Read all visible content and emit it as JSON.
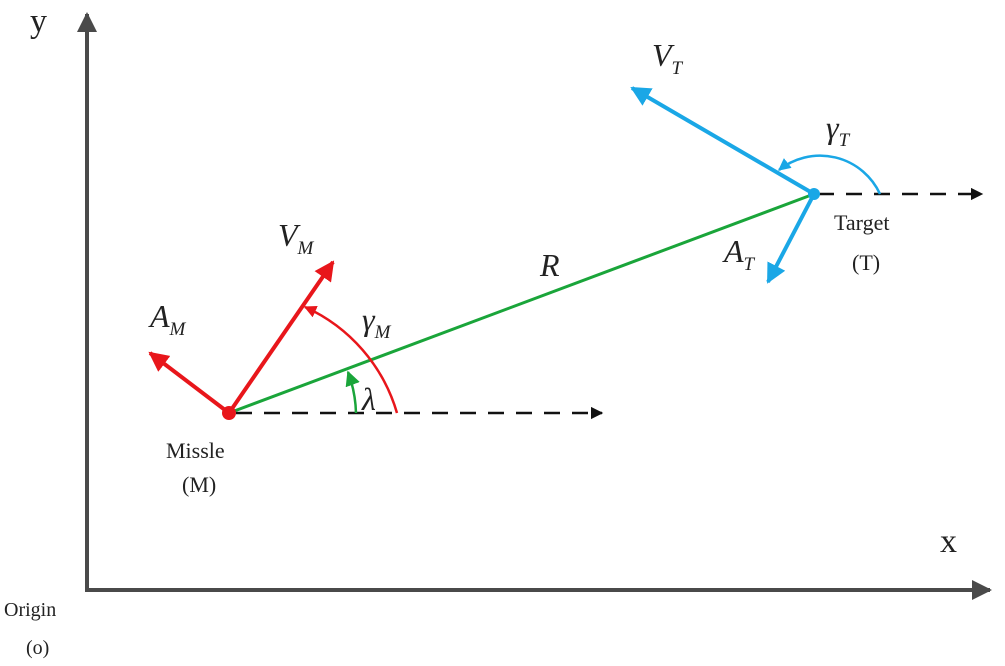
{
  "axes": {
    "x_label": "x",
    "y_label": "y",
    "origin_label": "Origin",
    "origin_symbol": "(o)"
  },
  "missile": {
    "name": "Missle",
    "symbol": "(M)",
    "velocity": {
      "base": "V",
      "sub": "M"
    },
    "acceleration": {
      "base": "A",
      "sub": "M"
    },
    "heading_angle": {
      "base": "γ",
      "sub": "M"
    }
  },
  "target": {
    "name": "Target",
    "symbol": "(T)",
    "velocity": {
      "base": "V",
      "sub": "T"
    },
    "acceleration": {
      "base": "A",
      "sub": "T"
    },
    "heading_angle": {
      "base": "γ",
      "sub": "T"
    }
  },
  "range_label": "R",
  "los_angle_label": "λ",
  "colors": {
    "axis": "#4a4a4a",
    "missile": "#e8161b",
    "target": "#1aa7e6",
    "line_of_sight": "#1aa53a",
    "los_angle": "#1aa53a",
    "reference": "#111111"
  }
}
